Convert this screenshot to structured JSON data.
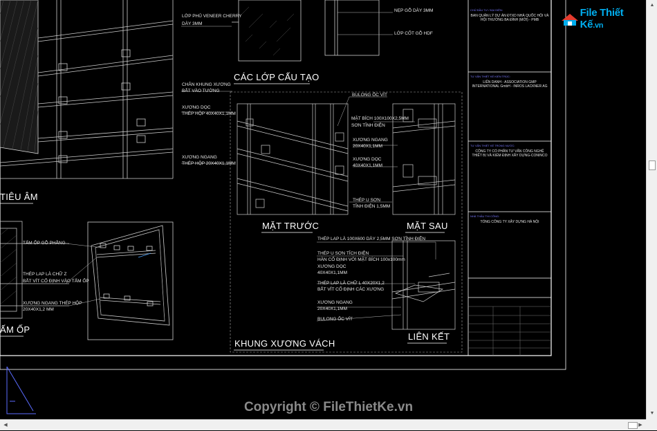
{
  "labels": {
    "lop_phu": "LỚP PHỦ VENEER CHERRY",
    "day_3mm": "DÀY 3MM",
    "nep_go": "NẸP GỖ DÀY 3MM",
    "lop_cot": "LỚP CỐT GỖ HDF",
    "chan_khung": "CHÂN KHUNG XƯƠNG",
    "bat_vao_tuong": "BẮT VÀO TƯỜNG",
    "xuong_doc": "XƯƠNG DỌC",
    "thep_hop_doc": "THÉP HỘP 40X40X1,1MM",
    "xuong_ngang": "XƯƠNG NGANG",
    "thep_hop_ngang": "THÉP HỘP 20X40X1,1MM",
    "bulong": "BULONG ỐC VÍT",
    "mat_bich": "MẶT BÍCH 100X100X2,5MM",
    "son_tinh_dien": "SƠN TĨNH ĐIỆN",
    "xuong_ngang_r": "XƯƠNG NGANG",
    "xn_size": "20X40X1,1MM",
    "xuong_doc_r": "XƯƠNG DỌC",
    "xd_size": "40X40X1,1MM",
    "thep_u": "THÉP U SƠN",
    "tinh_dien": "TĨNH ĐIỆN 1,5MM",
    "tam_op": "TẤM ỐP GỖ PHẲNG",
    "thep_lap_z": "THÉP LAP LÀ CHỮ Z",
    "bat_vit_z": "BẮT VÍT CỐ ĐỊNH VÀO TẤM ỐP",
    "xn_thep_hop": "XƯƠNG NGANG THÉP HỘP",
    "xn_thep_size": "20X40X1,2 MM",
    "thep_lap_100": "THÉP LAP LÀ 100X600 DÀY 2,5MM SƠN TĨNH ĐIỆN",
    "thep_u_son": "THÉP U SƠN TĨCH ĐIỆN",
    "han_co_dinh": "HÀN CỐ ĐỊNH VỚI MẶT BÍCH 100x100mm",
    "xuong_doc_lk": "XƯƠNG DỌC",
    "xd_lk_size": "40X40X1,1MM",
    "thep_lap_l": "THÉP LAP LÀ CHỮ L 40X20X1,2",
    "bat_vit_xuong": "BẮT VÍT CỐ ĐỊNH CÁC XƯƠNG",
    "xuong_ngang_lk": "XƯƠNG NGANG",
    "xn_lk_size": "20X40X1,1MM",
    "bulong_lk": "BULONG ỐC VÍT"
  },
  "titles": {
    "cac_lop": "CÁC LỚP CẤU TẠO",
    "tieu_am": "TIÊU ÂM",
    "mat_truoc": "MẶT TRƯỚC",
    "mat_sau": "MẶT SAU",
    "khung_xuong": "KHUNG XƯƠNG VÁCH",
    "lien_ket": "LIÊN KẾT",
    "tam_op_title": "ẤM ỐP"
  },
  "title_block": {
    "owner_label": "CHỦ ĐẦU TƯ / ĐẠI DIỆN:",
    "owner": "BAN QUẢN LÝ DỰ ÁN ĐTXD NHÀ QUỐC HỘI VÀ HỘI TRƯỜNG BA ĐÌNH (MỚI) - PMB",
    "consultant_label": "TƯ VẤN THIẾT KẾ KIẾN TRÚC:",
    "consultant": "LIÊN DANH - ASSOCIATION GMP INTERNATIONAL GmbH - INROS LACKNER AG",
    "local_label": "TƯ VẤN THIẾT KẾ TRONG NƯỚC:",
    "local": "CÔNG TY CỔ PHẦN TƯ VẤN CÔNG NGHỆ THIẾT BỊ VÀ KIỂM ĐỊNH XÂY DỰNG-CONINCO",
    "contractor_label": "NHÀ THẦU THI CÔNG:",
    "contractor": "TỔNG CÔNG TY XÂY DỰNG HÀ NỘI"
  },
  "logo": {
    "name": "File Thiết Kế",
    "domain": ".vn"
  },
  "watermark": "Copyright © FileThietKe.vn"
}
